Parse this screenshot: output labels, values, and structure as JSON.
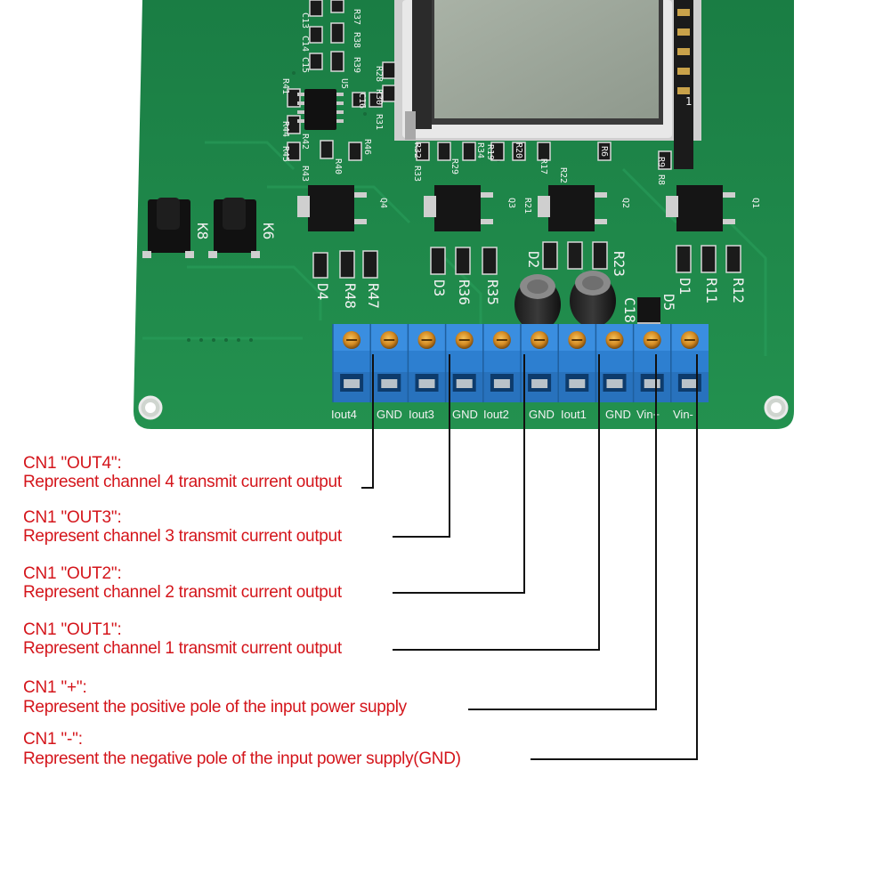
{
  "board": {
    "silkscreen": {
      "buttons": [
        "K8",
        "K6"
      ],
      "diodes": [
        "D4",
        "D3",
        "D2",
        "D1",
        "D5"
      ],
      "resistors_top": [
        "R37",
        "R38",
        "R39",
        "R28",
        "R30",
        "R31",
        "R41",
        "R44",
        "R42",
        "R45",
        "R43",
        "R40",
        "R46",
        "R32",
        "R33",
        "R29",
        "R34",
        "R19",
        "R20",
        "R17",
        "R21",
        "R22",
        "R6",
        "R9",
        "R8"
      ],
      "resistors_bottom": [
        "R48",
        "R47",
        "R36",
        "R35",
        "R23",
        "R11",
        "R12"
      ],
      "capacitors": [
        "C13",
        "C14",
        "C15",
        "C16",
        "C18"
      ],
      "ics": [
        "U5"
      ],
      "transistors": [
        "Q4",
        "Q3",
        "Q2",
        "Q1"
      ],
      "pin_one": "1"
    },
    "terminal_labels": [
      "Iout4",
      "GND",
      "Iout3",
      "GND",
      "Iout2",
      "GND",
      "Iout1",
      "GND",
      "Vin+",
      "Vin-"
    ]
  },
  "annotations": [
    {
      "title": "CN1 \"OUT4\":",
      "desc": "Represent channel 4 transmit current output"
    },
    {
      "title": "CN1 \"OUT3\":",
      "desc": "Represent channel 3 transmit current output"
    },
    {
      "title": "CN1 \"OUT2\":",
      "desc": "Represent channel 2 transmit current output"
    },
    {
      "title": "CN1 \"OUT1\":",
      "desc": "Represent channel 1 transmit current output"
    },
    {
      "title": "CN1 \"+\":",
      "desc": "Represent the positive pole of the input power supply"
    },
    {
      "title": "CN1 \"-\":",
      "desc": "Represent the negative pole of the input power supply(GND)"
    }
  ],
  "colors": {
    "pcb": "#1f8a4c",
    "terminal_block": "#2d7fd0",
    "annotation_text": "#d4151b",
    "leader_line": "#111111"
  }
}
